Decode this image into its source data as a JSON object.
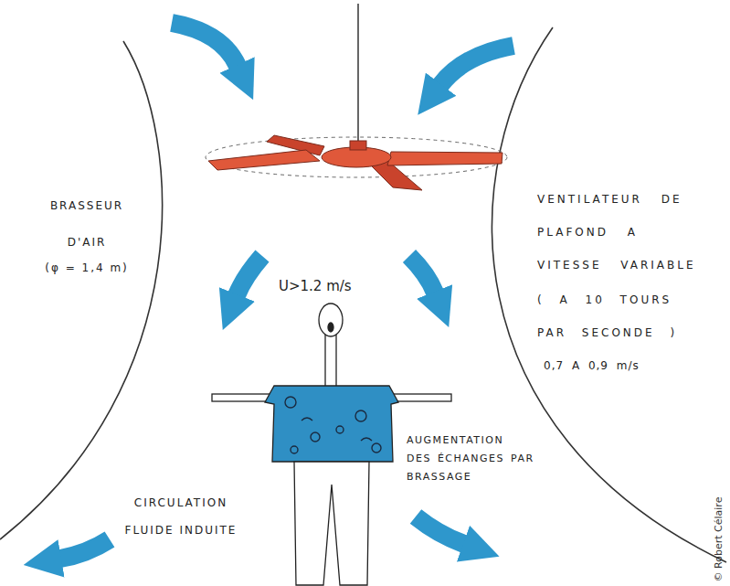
{
  "diagram": {
    "labels": [
      "BRASSEUR D'AIR",
      "(φ = 1,4 m)",
      "VENTILATEUR DE PLAFOND A VITESSE VARIABLE",
      "( A 10 TOURS PAR SECONDE )",
      "0,7 A 0,9 m/s",
      "U>1.2 m/s",
      "AUGMENTATION DES ÉCHANGES PAR BRASSAGE",
      "CIRCULATION FLUIDE INDUITE",
      "© Robert Célaire"
    ]
  }
}
